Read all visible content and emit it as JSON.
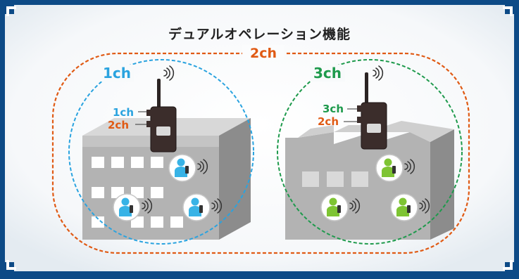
{
  "title": "デュアルオペレーション機能",
  "outer_group": {
    "label": "2ch",
    "color": "#e05a14"
  },
  "left_group": {
    "label": "1ch",
    "color": "#2aa3df",
    "radio_labels": [
      "1ch",
      "2ch"
    ],
    "radio_label_colors": [
      "#2aa3df",
      "#e05a14"
    ],
    "user_color": "#38b3e6"
  },
  "right_group": {
    "label": "3ch",
    "color": "#1e9a4c",
    "radio_labels": [
      "3ch",
      "2ch"
    ],
    "radio_label_colors": [
      "#1e9a4c",
      "#e05a14"
    ],
    "user_color": "#7ec433"
  },
  "icons": [
    "radio-signal-icon",
    "walkie-talkie-icon",
    "office-building-icon",
    "factory-building-icon",
    "person-with-radio-icon"
  ]
}
